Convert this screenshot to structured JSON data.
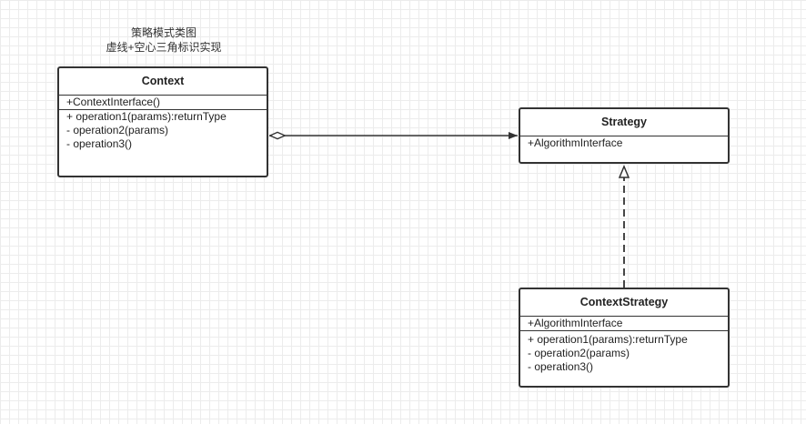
{
  "caption": {
    "line1": "策略模式类图",
    "line2": "虚线+空心三角标识实现"
  },
  "classes": {
    "context": {
      "name": "Context",
      "attributes": [
        "+ContextInterface()"
      ],
      "operations": [
        "+ operation1(params):returnType",
        "- operation2(params)",
        "- operation3()"
      ]
    },
    "strategy": {
      "name": "Strategy",
      "attributes": [
        "+AlgorithmInterface"
      ]
    },
    "context_strategy": {
      "name": "ContextStrategy",
      "attributes": [
        "+AlgorithmInterface"
      ],
      "operations": [
        "+ operation1(params):returnType",
        "- operation2(params)",
        "- operation3()"
      ]
    }
  },
  "relations": [
    {
      "from": "Context",
      "to": "Strategy",
      "type": "aggregation"
    },
    {
      "from": "ContextStrategy",
      "to": "Strategy",
      "type": "realization"
    }
  ]
}
